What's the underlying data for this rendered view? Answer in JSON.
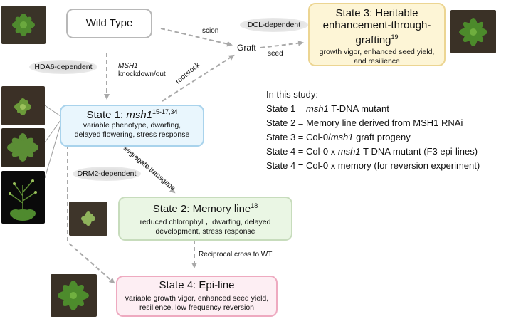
{
  "nodes": {
    "wild_type": {
      "title": "Wild Type"
    },
    "state1": {
      "title_main": "State 1: ",
      "title_gene": "msh1",
      "title_sup": "15-17,34",
      "desc": [
        "variable phenotype, dwarfing,",
        "delayed flowering, stress response"
      ]
    },
    "state2": {
      "title": "State 2: Memory line",
      "title_sup": "18",
      "desc": [
        "reduced chlorophyll，dwarfing, delayed",
        "development, stress response"
      ]
    },
    "state3": {
      "title_lines": [
        "State 3: Heritable",
        "enhancement-through-"
      ],
      "title_last": "grafting",
      "title_sup": "19",
      "desc": [
        "growth vigor, enhanced seed yield,",
        "and resilience"
      ]
    },
    "state4": {
      "title": "State 4: Epi-line",
      "desc": [
        "variable growth vigor, enhanced seed yield,",
        "resilience, low frequency reversion"
      ]
    },
    "graft": {
      "title": "Graft"
    }
  },
  "mechanisms": {
    "hda6": "HDA6-dependent",
    "dcl": "DCL-dependent",
    "drm2": "DRM2-dependent"
  },
  "edge_labels": {
    "scion": "scion",
    "seed": "seed",
    "rootstock": "rootstock",
    "msh1_gene": "MSH1",
    "knockdown": "knockdown/out",
    "segregate": "segregate transgene",
    "reciprocal": "Reciprocal cross to WT"
  },
  "study": {
    "heading": "In this study:",
    "lines": [
      {
        "pre": "State 1 = ",
        "italic": "msh1",
        "post": " T-DNA mutant"
      },
      {
        "pre": "State 2 = Memory line derived from MSH1 RNAi",
        "italic": "",
        "post": ""
      },
      {
        "pre": "State 3 = Col-0/",
        "italic": "msh1",
        "post": " graft progeny"
      },
      {
        "pre": "State 4 = Col-0 x ",
        "italic": "msh1",
        "post": " T-DNA mutant (F3 epi-lines)"
      },
      {
        "pre": "State 4 = Col-0 x memory (for reversion experiment)",
        "italic": "",
        "post": ""
      }
    ]
  },
  "colors": {
    "wild_type_border": "#b8b8b8",
    "state1_fill": "#e9f6fd",
    "state1_border": "#a9d3ec",
    "state2_fill": "#eaf6e4",
    "state2_border": "#c7dcbc",
    "state3_fill": "#fdf5d6",
    "state3_border": "#ecd592",
    "state4_fill": "#fdeef3",
    "state4_border": "#eeaac0",
    "arrow": "#a9a9a9"
  }
}
